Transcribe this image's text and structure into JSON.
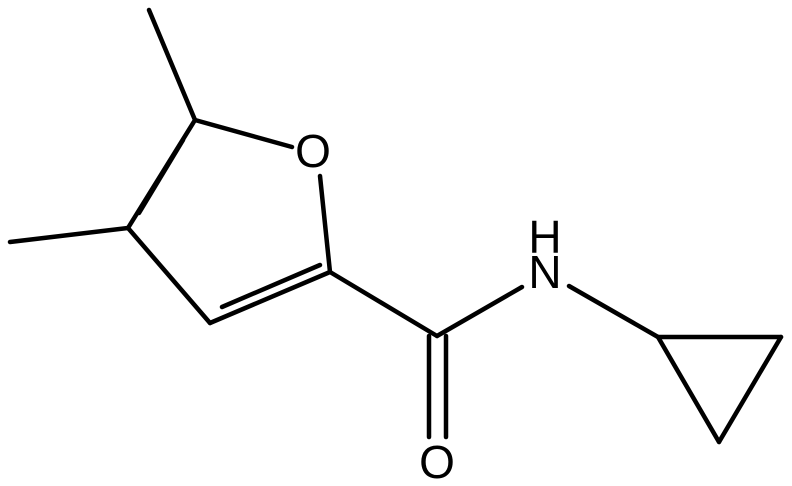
{
  "molecule": {
    "atom_labels": {
      "ring_oxygen": "O",
      "carbonyl_oxygen": "O",
      "amide_nitrogen": "N",
      "amide_hydrogen": "H"
    },
    "colors": {
      "bond": "#000000",
      "label": "#000000",
      "background": "#ffffff"
    }
  }
}
